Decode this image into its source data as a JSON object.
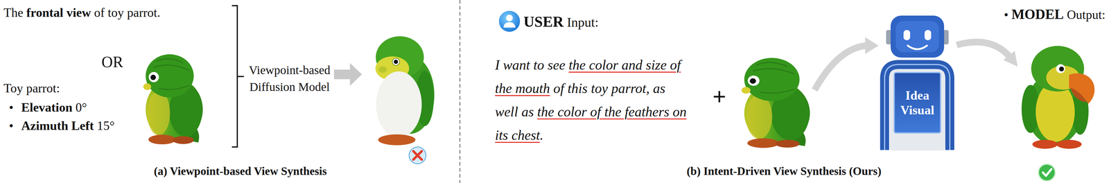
{
  "diagram": {
    "nodes": [
      {
        "text": [
          "Idea Visual"
        ]
      }
    ],
    "labels": [
      "The",
      "frontal view",
      "of toy parrot.",
      "OR",
      "Toy parrot:",
      "•",
      "Elevation",
      "0°",
      "•",
      "Azimuth Left",
      "15°",
      "Viewpoint-based Diffusion Model",
      "(a) Viewpoint-based View Synthesis",
      "USER",
      "Input:",
      "•",
      "MODEL",
      "Output:",
      "I want to see",
      "the color and size of the mouth",
      "of this toy parrot, as well as",
      "the color of the feathers on its chest",
      ".",
      "+",
      "(b) Intent-Driven View Synthesis (Ours)"
    ]
  }
}
